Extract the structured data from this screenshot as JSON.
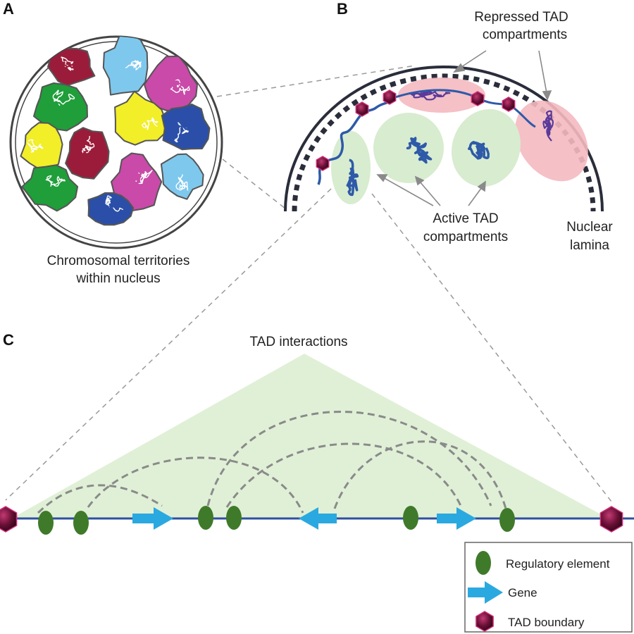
{
  "panels": {
    "a": "A",
    "b": "B",
    "c": "C"
  },
  "panel_a": {
    "caption_line1": "Chromosomal territories",
    "caption_line2": "within nucleus"
  },
  "panel_b": {
    "repressed_line1": "Repressed TAD",
    "repressed_line2": "compartments",
    "active_line1": "Active TAD",
    "active_line2": "compartments",
    "lamina_line1": "Nuclear",
    "lamina_line2": "lamina"
  },
  "panel_c": {
    "title": "TAD interactions"
  },
  "legend": {
    "regulatory": "Regulatory element",
    "gene": "Gene",
    "boundary": "TAD boundary"
  },
  "colors": {
    "territories": [
      "#9b1c3a",
      "#7ec8ee",
      "#c94aa8",
      "#1f9e3a",
      "#f2ee28",
      "#2b4fa8"
    ],
    "active_compartment": "#d8ecd0",
    "repressed_compartment": "#f4b9c0",
    "chromatin": "#2e5aa8",
    "repressed_chromatin": "#5a3a9a",
    "boundary": "#5a0f2a",
    "regulatory_element": "#3f7a2a",
    "gene_arrow": "#2aa9e0",
    "tad_triangle": "#e0f0d6",
    "dna_line": "#2e4fa0",
    "interaction_arc": "#8a8a8a"
  },
  "icons": [
    "regulatory-element-icon",
    "gene-arrow-icon",
    "tad-boundary-icon"
  ]
}
